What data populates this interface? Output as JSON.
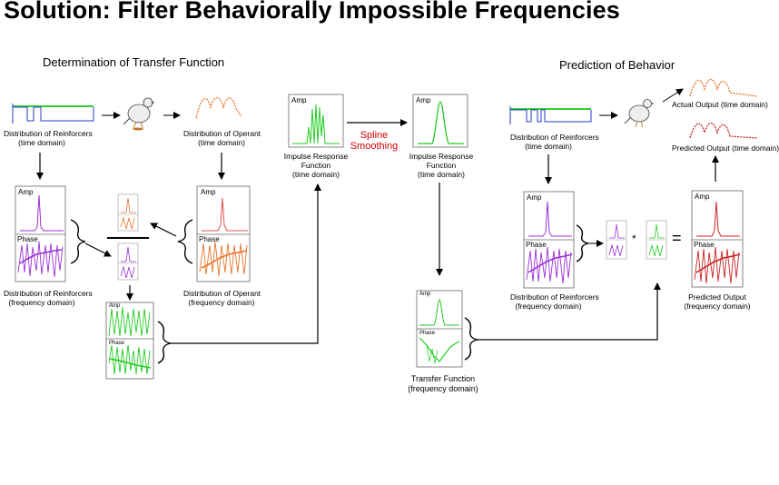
{
  "title": "Solution:  Filter Behaviorally Impossible Frequencies",
  "sections": {
    "left": "Determination of Transfer Function",
    "right": "Prediction of Behavior"
  },
  "captions": {
    "dist_reinf_time": [
      "Distribution of Reinforcers",
      "(time domain)"
    ],
    "dist_operant_time": [
      "Distribution of Operant",
      "(time domain)"
    ],
    "dist_reinf_freq": [
      "Distribution of Reinforcers",
      "(frequency domain)"
    ],
    "dist_operant_freq": [
      "Distribution of Operant",
      "(frequency domain)"
    ],
    "irf_raw": [
      "Impulse Response",
      "Function",
      "(time domain)"
    ],
    "irf_smooth": [
      "Impulse Response",
      "Function",
      "(time domain)"
    ],
    "spline": [
      "Spline",
      "Smoothing"
    ],
    "transfer": [
      "Transfer Function",
      "(frequency domain)"
    ],
    "pred_reinf_time": [
      "Distribution of Reinforcers",
      "(time domain)"
    ],
    "pred_reinf_freq": [
      "Distribution of Reinforcers",
      "(frequency domain)"
    ],
    "actual_output": "Actual Output (time domain)",
    "predicted_output_time": "Predicted Output (time domain)",
    "predicted_output_freq": [
      "Predicted Output",
      "(frequency domain)"
    ]
  },
  "panel_labels": {
    "amp": "Amp",
    "phase": "Phase"
  },
  "operators": {
    "multiply": "*",
    "equals": "="
  },
  "colors": {
    "reinforcer_purple": "#9b30d8",
    "operant_orange": "#e8742a",
    "transfer_green": "#22cc22",
    "output_red": "#cc2222",
    "spline_red": "#d40000",
    "schedule_blue": "#2a3ad0",
    "schedule_green": "#33cc33"
  }
}
